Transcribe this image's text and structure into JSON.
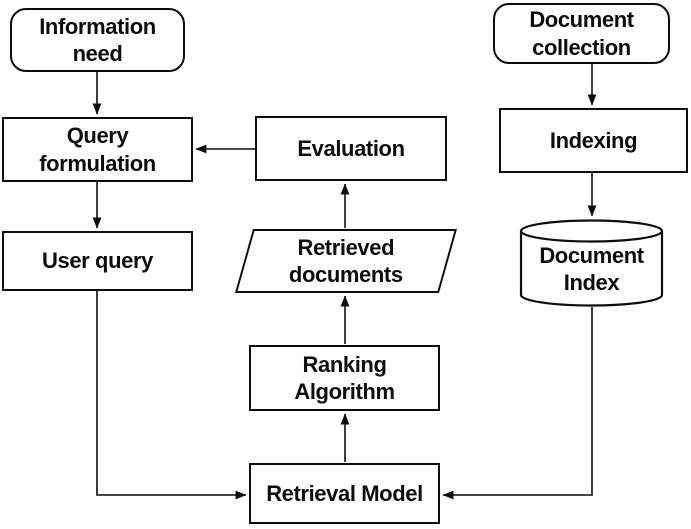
{
  "diagram": {
    "background": "#ffffff",
    "line_color": "#0d0d0d",
    "nodes": {
      "info_need": {
        "label": "Information\nneed",
        "shape": "rounded-rectangle"
      },
      "query_formulation": {
        "label": "Query\nformulation",
        "shape": "rectangle"
      },
      "user_query": {
        "label": "User query",
        "shape": "rectangle"
      },
      "evaluation": {
        "label": "Evaluation",
        "shape": "rectangle"
      },
      "retrieved_documents": {
        "label": "Retrieved\ndocuments",
        "shape": "parallelogram"
      },
      "ranking_algorithm": {
        "label": "Ranking\nAlgorithm",
        "shape": "rectangle"
      },
      "retrieval_model": {
        "label": "Retrieval Model",
        "shape": "rectangle"
      },
      "document_collection": {
        "label": "Document\ncollection",
        "shape": "rounded-rectangle"
      },
      "indexing": {
        "label": "Indexing",
        "shape": "rectangle"
      },
      "document_index": {
        "label": "Document\nIndex",
        "shape": "cylinder"
      }
    },
    "edges": [
      {
        "from": "info_need",
        "to": "query_formulation"
      },
      {
        "from": "query_formulation",
        "to": "user_query"
      },
      {
        "from": "evaluation",
        "to": "query_formulation"
      },
      {
        "from": "retrieved_documents",
        "to": "evaluation"
      },
      {
        "from": "ranking_algorithm",
        "to": "retrieved_documents"
      },
      {
        "from": "retrieval_model",
        "to": "ranking_algorithm"
      },
      {
        "from": "user_query",
        "to": "retrieval_model"
      },
      {
        "from": "document_collection",
        "to": "indexing"
      },
      {
        "from": "indexing",
        "to": "document_index"
      },
      {
        "from": "document_index",
        "to": "retrieval_model"
      }
    ]
  }
}
